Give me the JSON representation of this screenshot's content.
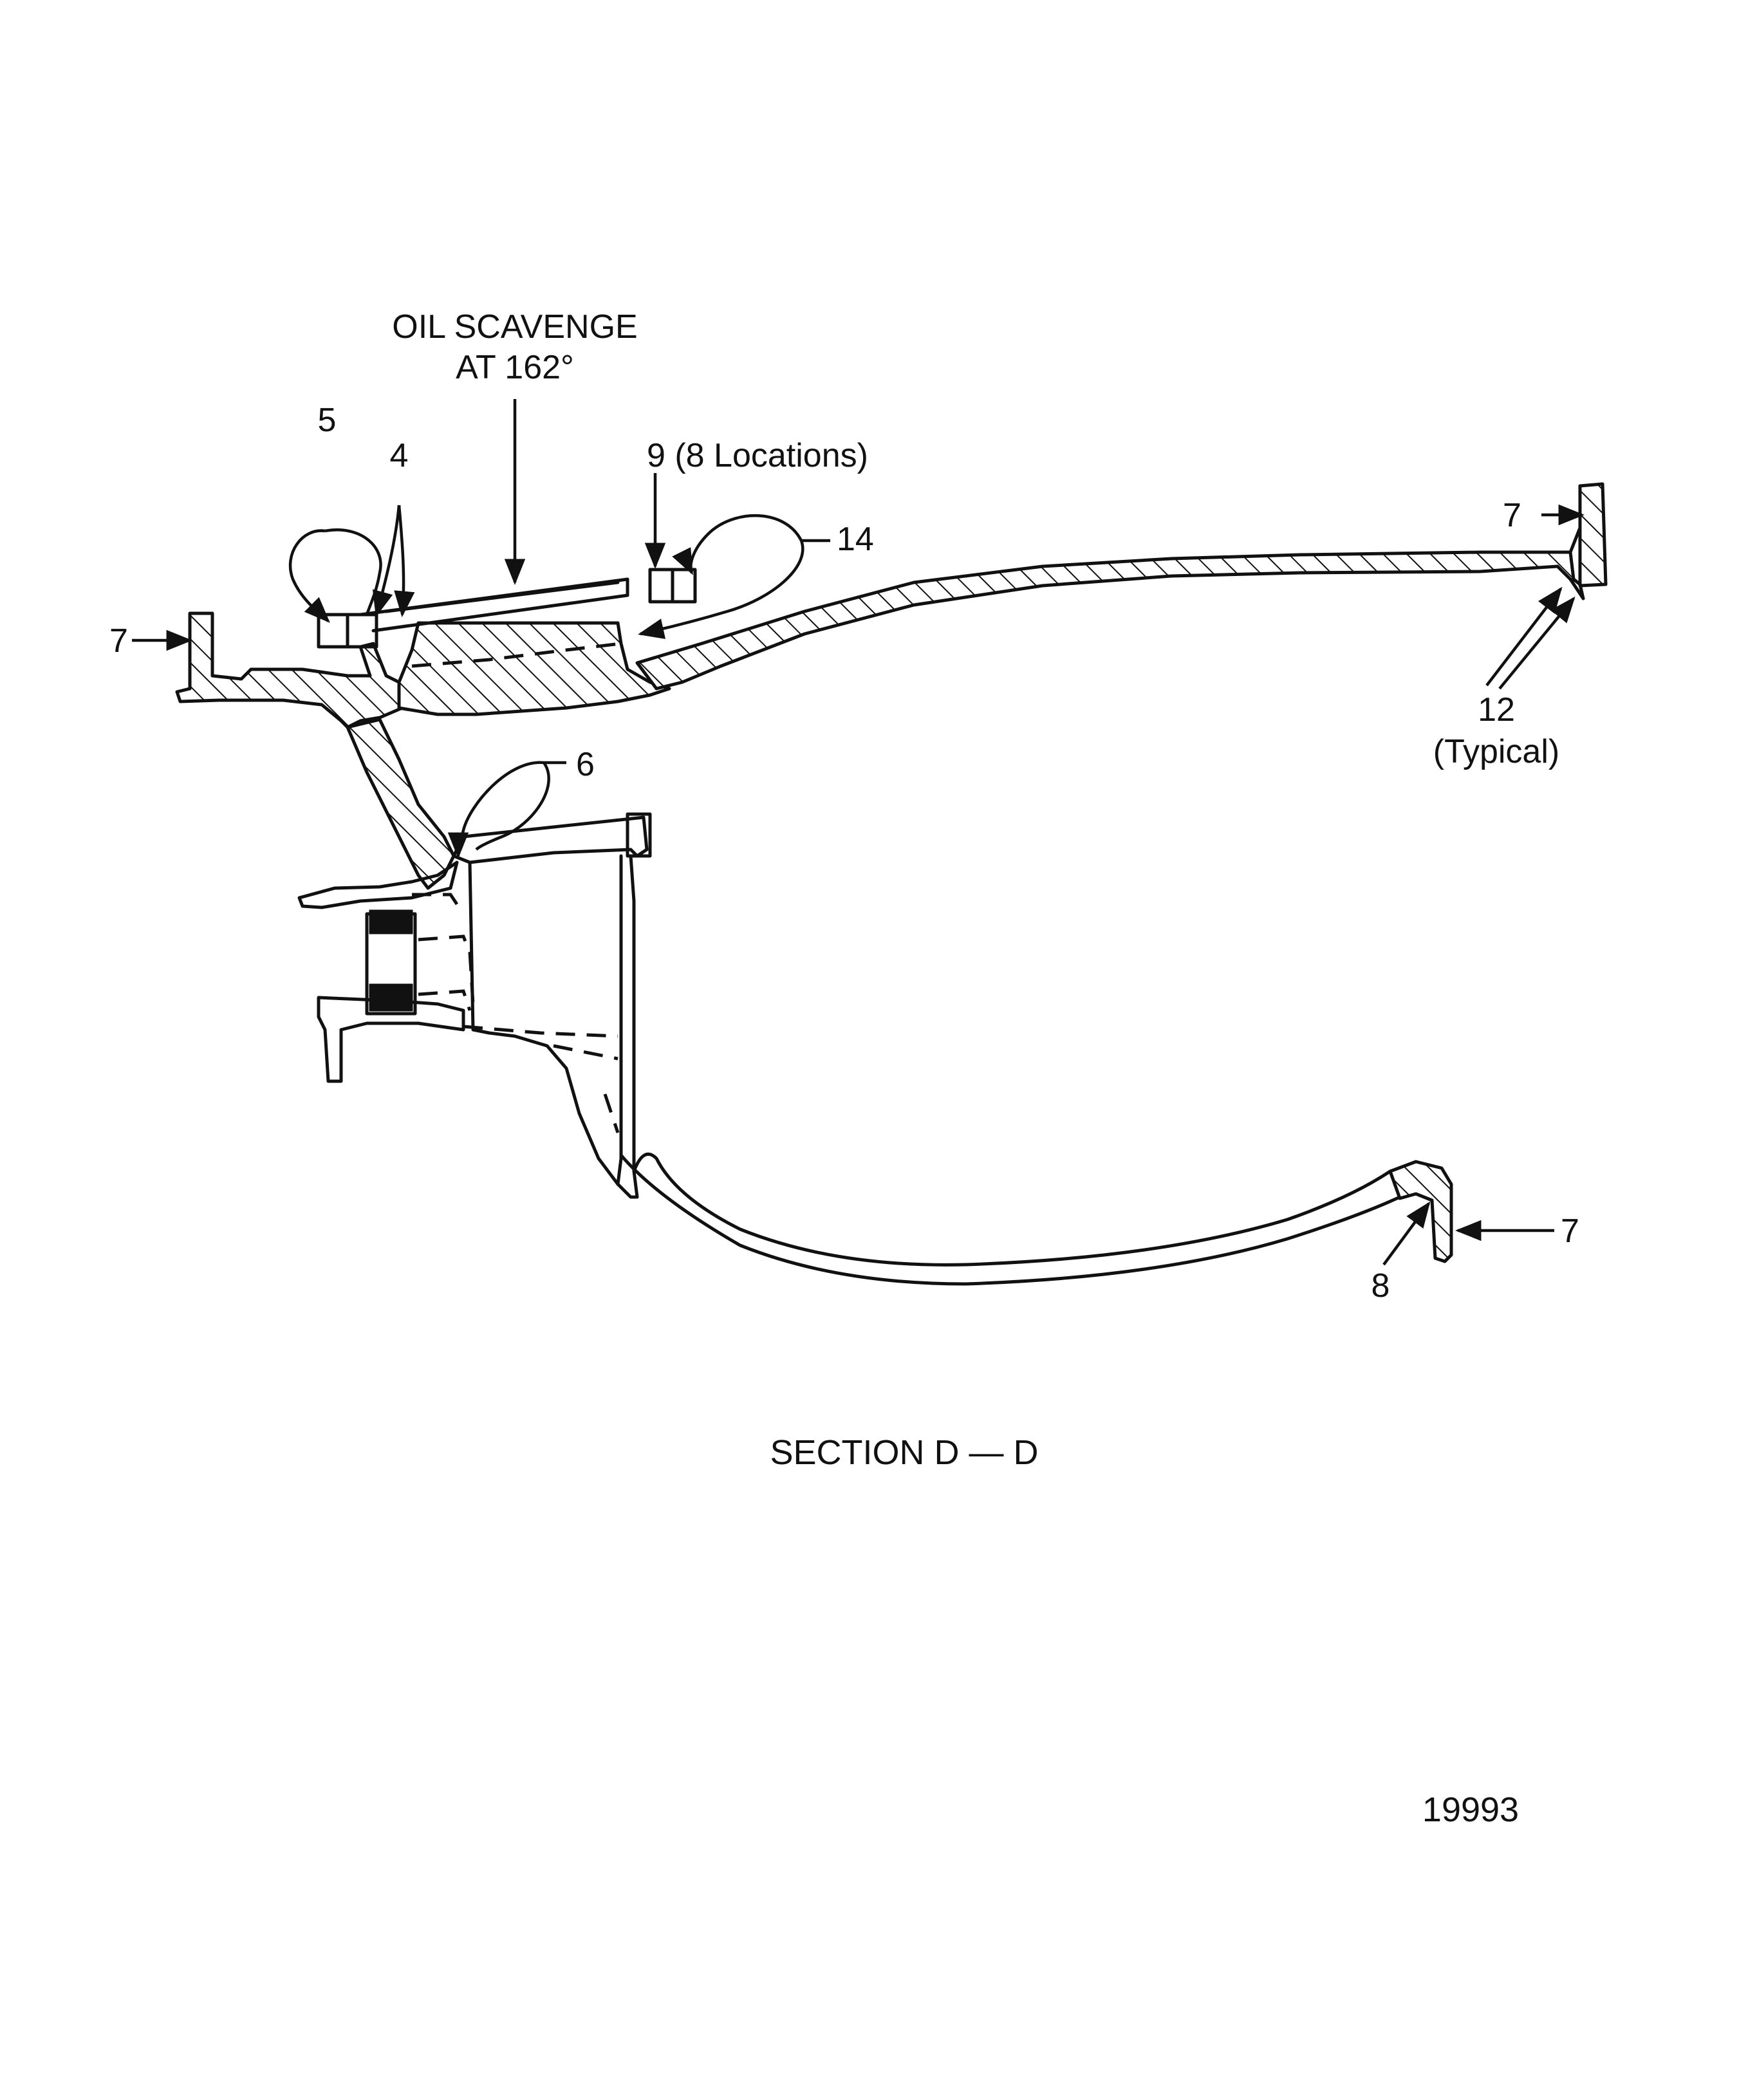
{
  "labels": {
    "oil_scavenge_line1": "OIL SCAVENGE",
    "oil_scavenge_line2": "AT 162°",
    "callout_5": "5",
    "callout_4": "4",
    "callout_9": "9 (8 Locations)",
    "callout_14": "14",
    "callout_7_top_right": "7",
    "callout_7_left": "7",
    "callout_7_bottom_right": "7",
    "callout_12": "12",
    "callout_12_note": "(Typical)",
    "callout_6": "6",
    "callout_8": "8"
  },
  "caption": "SECTION D — D",
  "figure_number": "19993"
}
